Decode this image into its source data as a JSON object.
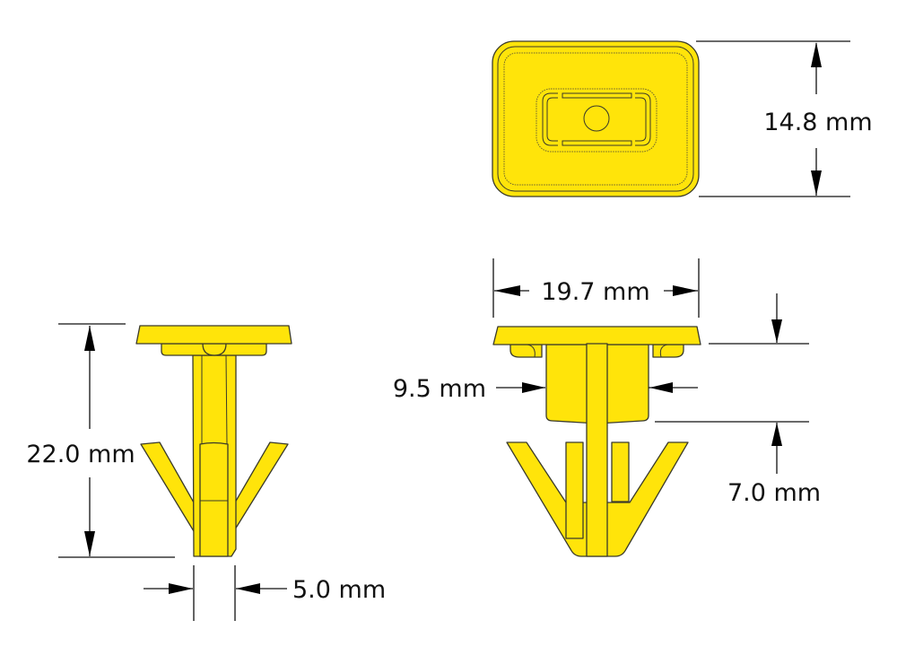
{
  "dimensions": {
    "top_height": "14.8 mm",
    "front_width": "19.7 mm",
    "body_width": "9.5 mm",
    "grip_range": "7.0 mm",
    "overall_length": "22.0 mm",
    "stem_width": "5.0 mm"
  },
  "colors": {
    "part": "#FFE40A",
    "outline": "#3a3a2a"
  }
}
